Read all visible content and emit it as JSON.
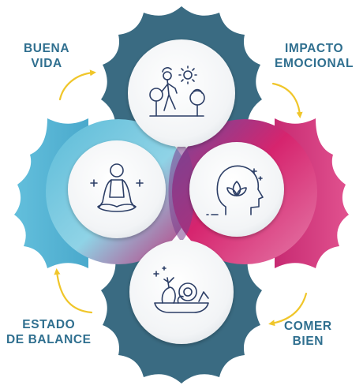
{
  "labels": {
    "top_left": [
      "BUENA",
      "VIDA"
    ],
    "top_right": [
      "IMPACTO",
      "EMOCIONAL"
    ],
    "bottom_right": [
      "COMER",
      "BIEN"
    ],
    "bottom_left": [
      "ESTADO",
      "DE BALANCE"
    ]
  },
  "icons": {
    "top": "walking-in-park-icon",
    "left": "meditation-icon",
    "right": "head-with-lotus-icon",
    "bottom": "healthy-food-plate-icon"
  },
  "colors": {
    "navy_teal": "#3a6b82",
    "light_blue": "#5bbbd8",
    "magenta": "#d6246e",
    "arrow_yellow": "#f0c62a",
    "label_text": "#2f6f8f",
    "icon_stroke": "#2c3e66",
    "circle_fill": "#eef1f4"
  }
}
